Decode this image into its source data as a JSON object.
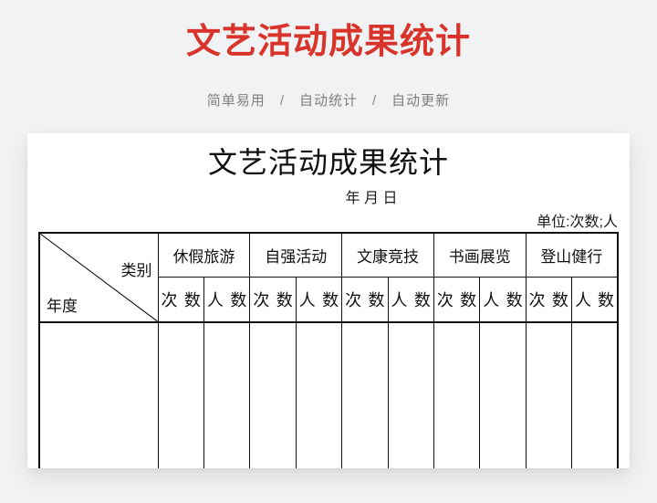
{
  "page": {
    "title": "文艺活动成果统计",
    "title_color": "#d9342b",
    "background_color": "#f1f2f4",
    "subtitle_items": [
      "简单易用",
      "自动统计",
      "自动更新"
    ],
    "subtitle_separator": "/"
  },
  "card": {
    "title": "文艺活动成果统计",
    "date_line": "年 月 日",
    "unit_label": "单位:次数;人"
  },
  "table": {
    "corner": {
      "top_right": "类别",
      "bottom_left": "年度"
    },
    "groups": [
      {
        "label": "休假旅游"
      },
      {
        "label": "自强活动"
      },
      {
        "label": "文康竞技"
      },
      {
        "label": "书画展览"
      },
      {
        "label": "登山健行"
      }
    ],
    "sub_headers": [
      "次 数",
      "人 数",
      "次 数",
      "人 数",
      "次 数",
      "人 数",
      "次 数",
      "人 数",
      "次 数",
      "人 数"
    ],
    "body_row_count": 1
  }
}
